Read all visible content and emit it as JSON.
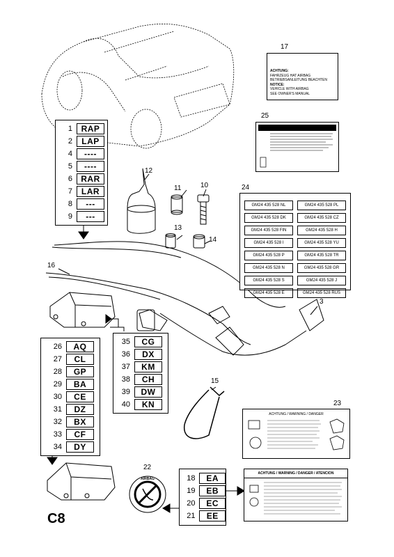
{
  "page_label": "C8",
  "callouts": {
    "c3": "3",
    "c10": "10",
    "c11": "11",
    "c12": "12",
    "c13": "13",
    "c14": "14",
    "c15": "15",
    "c16": "16",
    "c17": "17",
    "c22": "22",
    "c23": "23",
    "c24": "24",
    "c25": "25"
  },
  "table_left_top": [
    {
      "num": "1",
      "code": "RAP"
    },
    {
      "num": "2",
      "code": "LAP"
    },
    {
      "num": "4",
      "code": "----"
    },
    {
      "num": "5",
      "code": "----"
    },
    {
      "num": "6",
      "code": "RAR"
    },
    {
      "num": "7",
      "code": "LAR"
    },
    {
      "num": "8",
      "code": "---"
    },
    {
      "num": "9",
      "code": "---"
    }
  ],
  "table_left_bottom": [
    {
      "num": "26",
      "code": "AQ"
    },
    {
      "num": "27",
      "code": "CL"
    },
    {
      "num": "28",
      "code": "GP"
    },
    {
      "num": "29",
      "code": "BA"
    },
    {
      "num": "30",
      "code": "CE"
    },
    {
      "num": "31",
      "code": "DZ"
    },
    {
      "num": "32",
      "code": "BX"
    },
    {
      "num": "33",
      "code": "CF"
    },
    {
      "num": "34",
      "code": "DY"
    }
  ],
  "table_middle": [
    {
      "num": "35",
      "code": "CG"
    },
    {
      "num": "36",
      "code": "DX"
    },
    {
      "num": "37",
      "code": "KM"
    },
    {
      "num": "38",
      "code": "CH"
    },
    {
      "num": "39",
      "code": "DW"
    },
    {
      "num": "40",
      "code": "KN"
    }
  ],
  "table_bottom_right": [
    {
      "num": "18",
      "code": "EA"
    },
    {
      "num": "19",
      "code": "EB"
    },
    {
      "num": "20",
      "code": "EC"
    },
    {
      "num": "21",
      "code": "EE"
    }
  ],
  "part_numbers": [
    "GM24 435 528 NL",
    "GM24 435 528 PL",
    "GM24 435 528 DK",
    "GM24 435 528 CZ",
    "GM24 435 528 FIN",
    "GM24 435 528 H",
    "GM24 435 528 I",
    "GM24 435 528 YU",
    "GM24 435 528 P",
    "GM24 435 528 TR",
    "GM24 435 528 N",
    "GM24 435 528 GR",
    "GM24 435 528 S",
    "GM24 435 528 J",
    "GM24 435 528 E",
    "GM24 435 528 RUS"
  ],
  "label17": {
    "lines": [
      "ACHTUNG:",
      "FAHRZEUG HAT AIRBAG",
      "BETRIEBSANLEITUNG BEACHTEN",
      "NOTICE:",
      "VEHICLE WITH AIRBAG",
      "SEE OWNER'S MANUAL"
    ]
  },
  "label21_header": "ACHTUNG / WARNING / DANGER / ATENCION",
  "label23_header": "ACHTUNG / WARNING / DANGER",
  "label22_text": "AIRBAG"
}
